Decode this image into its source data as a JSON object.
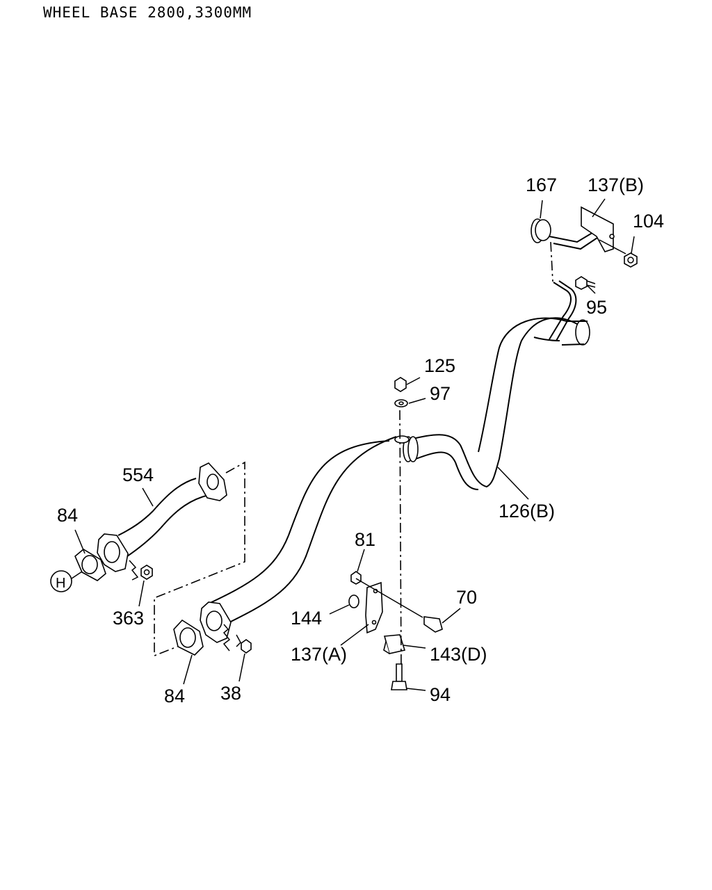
{
  "header": {
    "title": "WHEEL BASE 2800,3300MM"
  },
  "callouts": {
    "c167": "167",
    "c137b": "137(B)",
    "c104": "104",
    "c95": "95",
    "c125": "125",
    "c97": "97",
    "c554": "554",
    "c126b": "126(B)",
    "c84a": "84",
    "cH": "H",
    "c363": "363",
    "c81": "81",
    "c70": "70",
    "c144": "144",
    "c137a": "137(A)",
    "c143d": "143(D)",
    "c84b": "84",
    "c38": "38",
    "c94": "94"
  }
}
